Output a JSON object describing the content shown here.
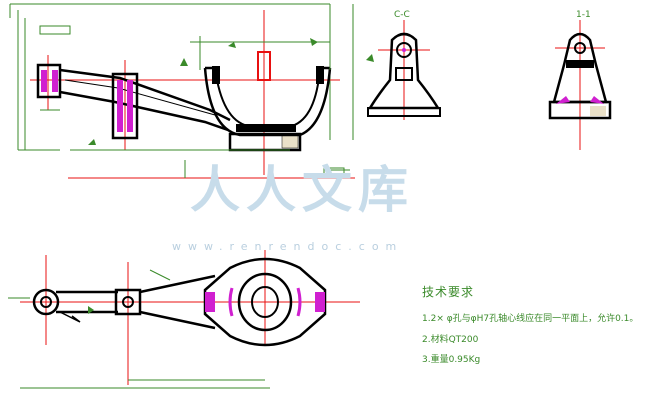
{
  "section_labels": {
    "c_c": "C-C",
    "one_one": "1-1"
  },
  "technical_requirements": {
    "title": "技术要求",
    "items": [
      "1.2× φ孔与φH7孔轴心线应在同一平面上，允许0.1。",
      "2.材料QT200",
      "3.重量0.95Kg"
    ]
  },
  "watermark": {
    "text": "人人文库",
    "url": "www.renrendoc.com"
  },
  "colors": {
    "outline": "#000000",
    "centerline": "#e81010",
    "dimension": "#3a8a2a",
    "hatch": "#d020d0",
    "watermark": "#c7dcea"
  }
}
